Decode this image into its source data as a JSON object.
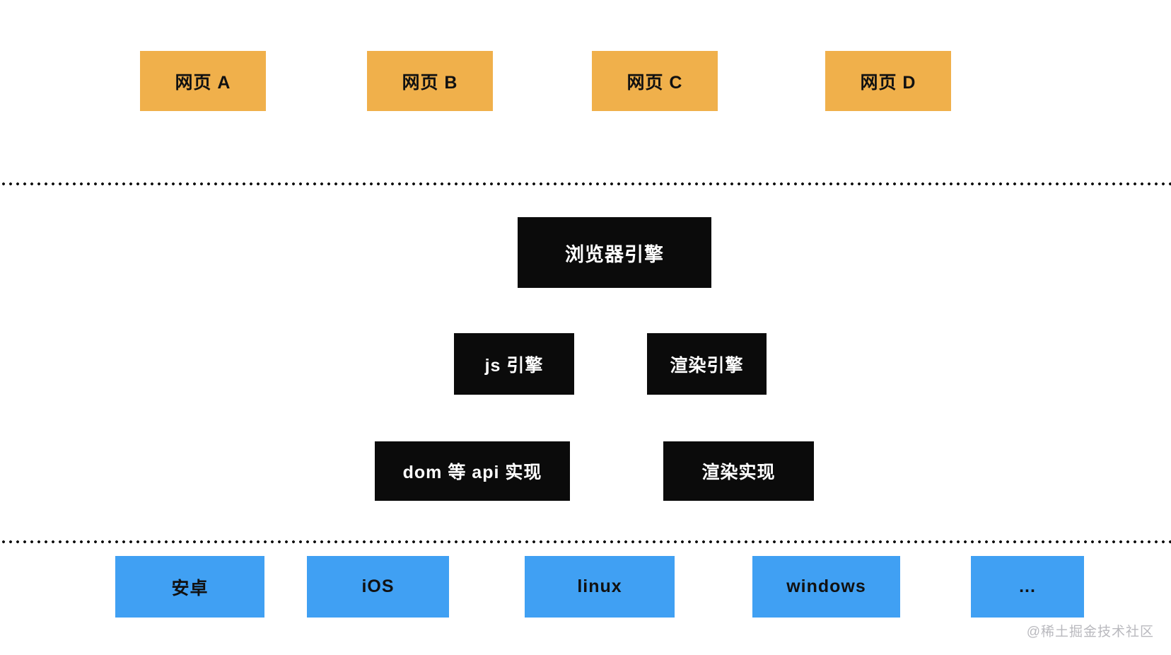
{
  "watermark": "@稀土掘金技术社区",
  "colors": {
    "webpage_box": "#f0b04b",
    "engine_box": "#0b0b0b",
    "platform_box": "#40a0f3",
    "separator": "#141414",
    "text_on_light": "#111111",
    "text_on_dark": "#ffffff",
    "watermark": "#b9b9be",
    "background": "#ffffff"
  },
  "diagram": {
    "webpages": [
      {
        "label": "网页 A"
      },
      {
        "label": "网页 B"
      },
      {
        "label": "网页 C"
      },
      {
        "label": "网页 D"
      }
    ],
    "browser_engine": {
      "label": "浏览器引擎"
    },
    "engines": [
      {
        "label": "js 引擎"
      },
      {
        "label": "渲染引擎"
      }
    ],
    "implementations": [
      {
        "label": "dom 等 api 实现"
      },
      {
        "label": "渲染实现"
      }
    ],
    "platforms": [
      {
        "label": "安卓"
      },
      {
        "label": "iOS"
      },
      {
        "label": "linux"
      },
      {
        "label": "windows"
      },
      {
        "label": "..."
      }
    ]
  }
}
